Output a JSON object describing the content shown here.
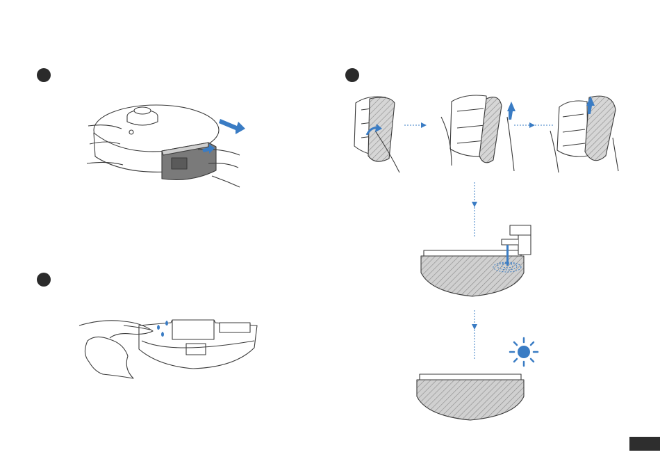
{
  "colors": {
    "accent": "#3a7cc4",
    "line": "#3a3a3a",
    "dot": "#2b2b2b",
    "tab": "#2e2e2e",
    "pad_fill": "#cfcfcf",
    "hatch": "#888888",
    "body_dark": "#7a7a7a"
  },
  "steps": [
    {
      "id": 1,
      "illustration": "remove-water-tank"
    },
    {
      "id": 2,
      "illustration": "detach-mop-pads-and-rinse-and-sun-dry"
    },
    {
      "id": 3,
      "illustration": "wipe-water-tank-with-cloth"
    }
  ]
}
